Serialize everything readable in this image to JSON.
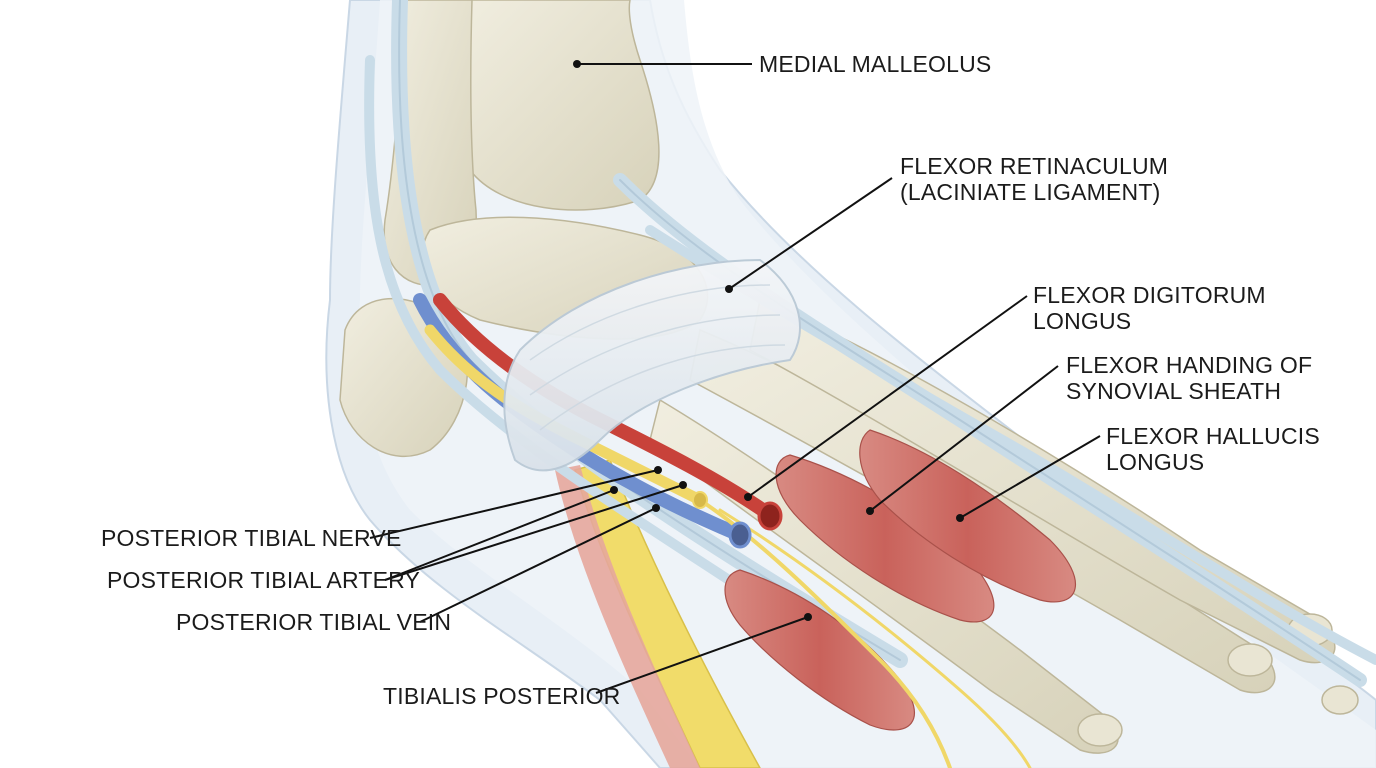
{
  "labels": {
    "medial_malleolus": "MEDIAL MALLEOLUS",
    "flexor_retinaculum": [
      "FLEXOR RETINACULUM",
      "(LACINIATE LIGAMENT)"
    ],
    "flexor_digitorum_longus": [
      "FLEXOR DIGITORUM",
      "LONGUS"
    ],
    "synovial_sheath": [
      "FLEXOR HANDING OF",
      "SYNOVIAL SHEATH"
    ],
    "flexor_hallucis_longus": [
      "FLEXOR HALLUCIS",
      "LONGUS"
    ],
    "posterior_tibial_nerve": "POSTERIOR TIBIAL NERVE",
    "posterior_tibial_artery": "POSTERIOR TIBIAL ARTERY",
    "posterior_tibial_vein": "POSTERIOR TIBIAL VEIN",
    "tibialis_posterior": "TIBIALIS POSTERIOR"
  },
  "colors": {
    "bone": "#e7e2cf",
    "tendon": "#c9dce8",
    "muscle": "#c9706a",
    "artery": "#c8423a",
    "vein": "#6f8fcf",
    "nerve": "#f0d768",
    "skin": "#dfe9f3",
    "fat": "#f1dc6a",
    "leader": "#111111"
  }
}
